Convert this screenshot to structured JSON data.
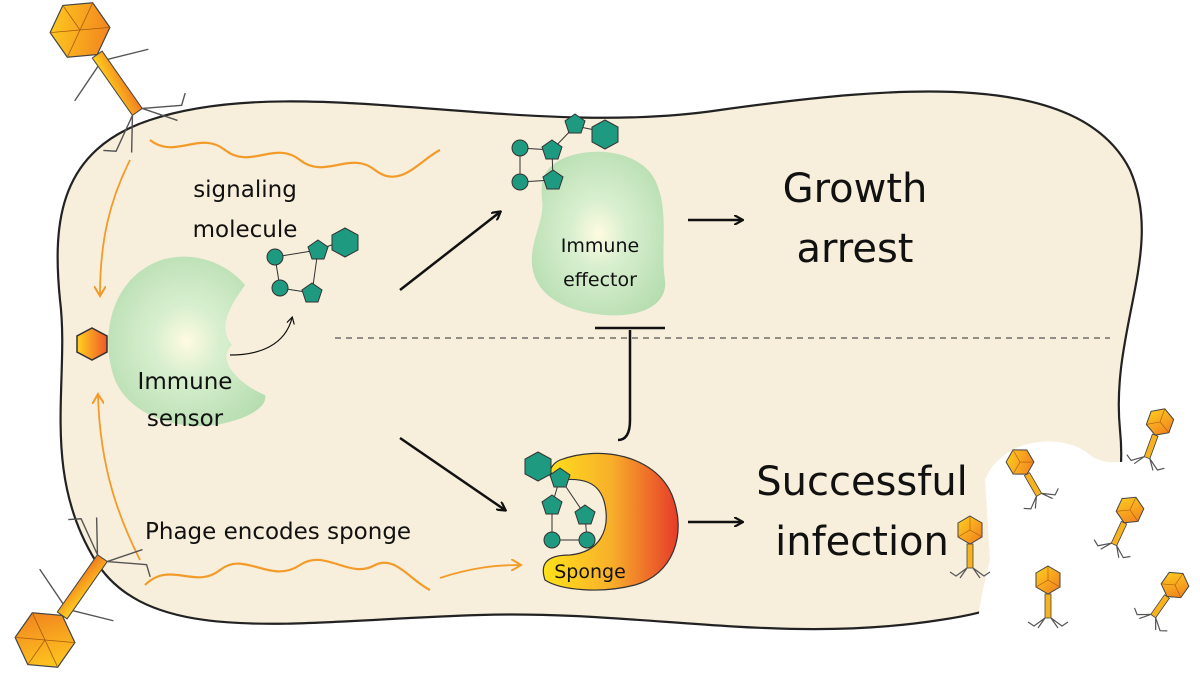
{
  "labels": {
    "signaling_molecule_line1": "signaling",
    "signaling_molecule_line2": "molecule",
    "immune_sensor_line1": "Immune",
    "immune_sensor_line2": "sensor",
    "immune_effector_line1": "Immune",
    "immune_effector_line2": "effector",
    "sponge": "Sponge",
    "phage_encodes_sponge": "Phage encodes sponge",
    "growth_arrest_line1": "Growth",
    "growth_arrest_line2": "arrest",
    "successful_infection_line1": "Successful",
    "successful_infection_line2": "infection"
  },
  "colors": {
    "cell_fill": "#f7eedb",
    "cell_stroke": "#222222",
    "protein_green": "#bfe3b5",
    "molecule_teal": "#1e9a80",
    "phage_orange": "#f5a623",
    "phage_yellow": "#ffd21f",
    "sponge_red": "#e8412c",
    "mrna_orange": "#f39b2a"
  }
}
